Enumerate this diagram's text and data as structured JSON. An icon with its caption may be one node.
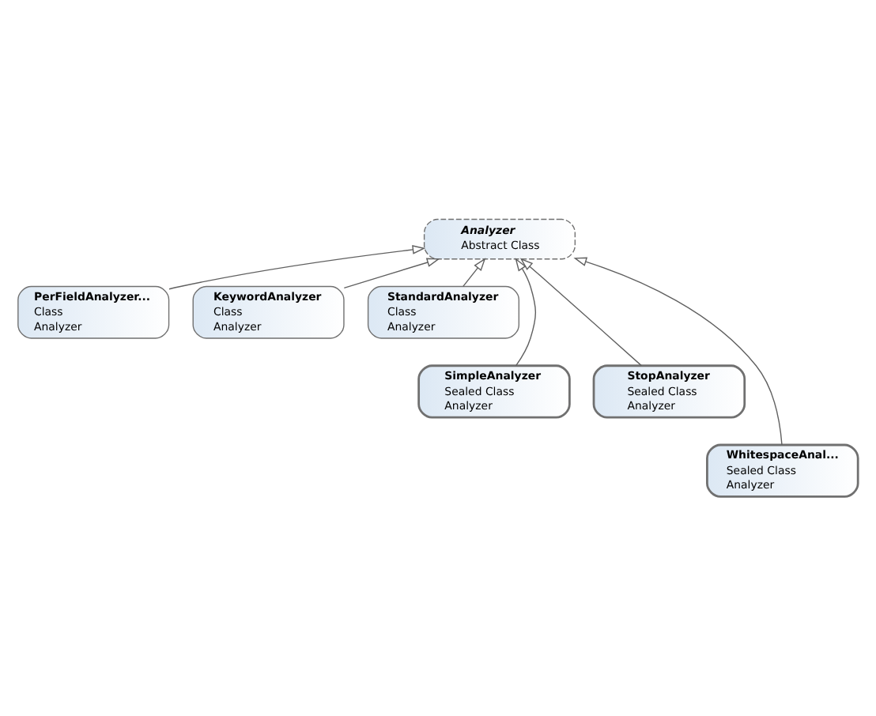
{
  "diagram": {
    "nodes": [
      {
        "text": [
          "Analyzer",
          "Abstract Class"
        ]
      },
      {
        "text": [
          "PerFieldAnalyzer...",
          "Class",
          "Analyzer"
        ]
      },
      {
        "text": [
          "KeywordAnalyzer",
          "Class",
          "Analyzer"
        ]
      },
      {
        "text": [
          "StandardAnalyzer",
          "Class",
          "Analyzer"
        ]
      },
      {
        "text": [
          "SimpleAnalyzer",
          "Sealed Class",
          "Analyzer"
        ]
      },
      {
        "text": [
          "StopAnalyzer",
          "Sealed Class",
          "Analyzer"
        ]
      },
      {
        "text": [
          "WhitespaceAnal...",
          "Sealed Class",
          "Analyzer"
        ]
      }
    ],
    "edges": [
      {
        "from": 1,
        "to": 0,
        "arrow": "to"
      },
      {
        "from": 2,
        "to": 0,
        "arrow": "to"
      },
      {
        "from": 3,
        "to": 0,
        "arrow": "to"
      },
      {
        "from": 4,
        "to": 0,
        "arrow": "to"
      },
      {
        "from": 5,
        "to": 0,
        "arrow": "to"
      },
      {
        "from": 6,
        "to": 0,
        "arrow": "to"
      }
    ]
  }
}
